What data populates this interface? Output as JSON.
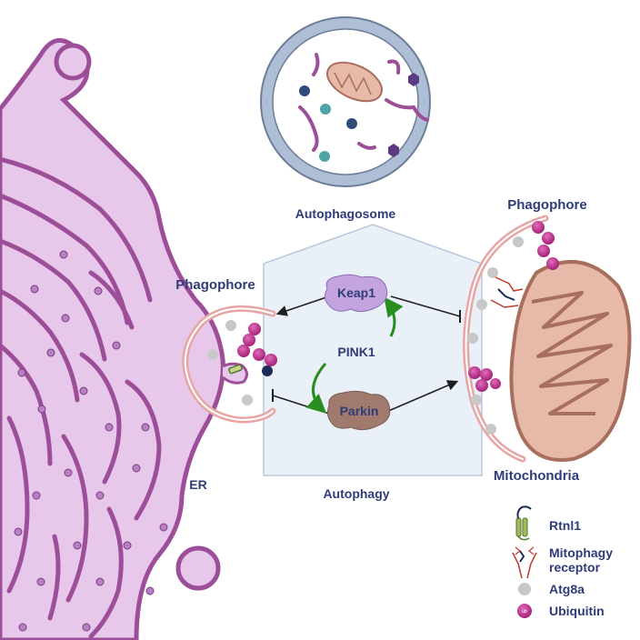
{
  "labels": {
    "autophagosome": "Autophagosome",
    "phagophore_left": "Phagophore",
    "phagophore_right": "Phagophore",
    "er": "ER",
    "mitochondria": "Mitochondria",
    "autophagy": "Autophagy",
    "keap1": "Keap1",
    "pink1": "PINK1",
    "parkin": "Parkin"
  },
  "legend": [
    {
      "label": "Rtnl1",
      "icon": "rtnl1-icon"
    },
    {
      "label": "Mitophagy receptor",
      "line1": "Mitophagy",
      "line2": "receptor",
      "icon": "mitophagy-receptor-icon"
    },
    {
      "label": "Atg8a",
      "icon": "atg8a-icon"
    },
    {
      "label": "Ubiquitin",
      "icon": "ubiquitin-icon"
    }
  ],
  "ubiquitin_mark": "ub",
  "colors": {
    "er_fill": "#e8c8ea",
    "er_stroke": "#9c4f98",
    "label_text": "#2e3c78",
    "ubiquitin": "#c2338e",
    "atg8a": "#c8c8c8",
    "phagophore": "#e7a6a4",
    "mitochondria": "#c38a7e",
    "autophagosome_ring": "#aebed6",
    "arrow_green": "#2a8d1f",
    "panel_fill": "#e9f0f8"
  }
}
